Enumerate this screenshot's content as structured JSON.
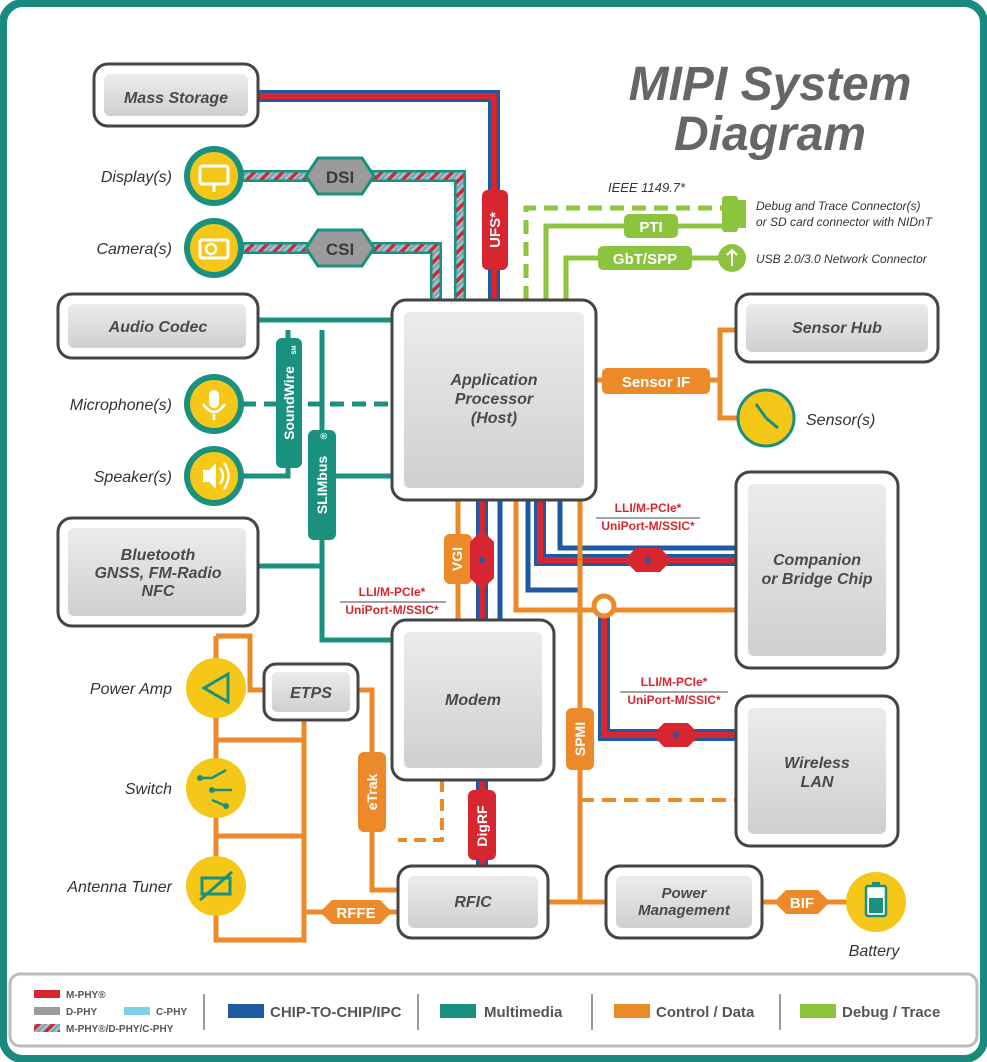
{
  "title": {
    "line1": "MIPI System",
    "line2": "Diagram"
  },
  "components": {
    "mass_storage": "Mass Storage",
    "audio_codec": "Audio Codec",
    "bluetooth": [
      "Bluetooth",
      "GNSS, FM-Radio",
      "NFC"
    ],
    "app_processor": [
      "Application",
      "Processor",
      "(Host)"
    ],
    "sensor_hub": "Sensor Hub",
    "companion": [
      "Companion",
      "or Bridge Chip"
    ],
    "modem": "Modem",
    "wireless_lan": [
      "Wireless",
      "LAN"
    ],
    "etps": "ETPS",
    "rfic": "RFIC",
    "power_mgmt": [
      "Power",
      "Management"
    ]
  },
  "peripherals": {
    "displays": "Display(s)",
    "cameras": "Camera(s)",
    "microphones": "Microphone(s)",
    "speakers": "Speaker(s)",
    "sensors": "Sensor(s)",
    "power_amp": "Power Amp",
    "switch": "Switch",
    "antenna_tuner": "Antenna Tuner",
    "battery": "Battery"
  },
  "interfaces": {
    "dsi": "DSI",
    "csi": "CSI",
    "ufs": "UFS*",
    "pti": "PTI",
    "gbt": "GbT/SPP",
    "sensor_if": "Sensor IF",
    "soundwire": "SoundWire",
    "slimbus": "SLIMbus",
    "vgi": "VGI",
    "etrak": "eTrak",
    "digrf": "DigRF",
    "spmi": "SPMI",
    "rffe": "RFFE",
    "bif": "BIF",
    "sm": "SM",
    "reg": "®"
  },
  "annotations": {
    "ieee": "IEEE 1149.7*",
    "debug_conn": [
      "Debug and Trace Connector(s)",
      "or SD card connector with NIDnT"
    ],
    "usb_conn": "USB 2.0/3.0 Network Connector",
    "lli_top": "LLI/M-PCIe*",
    "uniport_top": "UniPort-M/SSIC*"
  },
  "legend": {
    "mphy": "M-PHY®",
    "dphy": "D-PHY",
    "cphy": "C-PHY",
    "combo": "M-PHY®/D-PHY/C-PHY",
    "chip": "CHIP-TO-CHIP/IPC",
    "multimedia": "Multimedia",
    "control": "Control / Data",
    "debug": "Debug / Trace"
  },
  "colors": {
    "frame": "#1a8a7e",
    "mphy": "#d7262f",
    "dphy": "#9b9b9b",
    "cphy": "#7dd3e5",
    "chip": "#1e5aa3",
    "multimedia": "#1a917f",
    "control": "#ec8a2a",
    "debug": "#8cc43f",
    "icon_yellow": "#f5c718"
  }
}
